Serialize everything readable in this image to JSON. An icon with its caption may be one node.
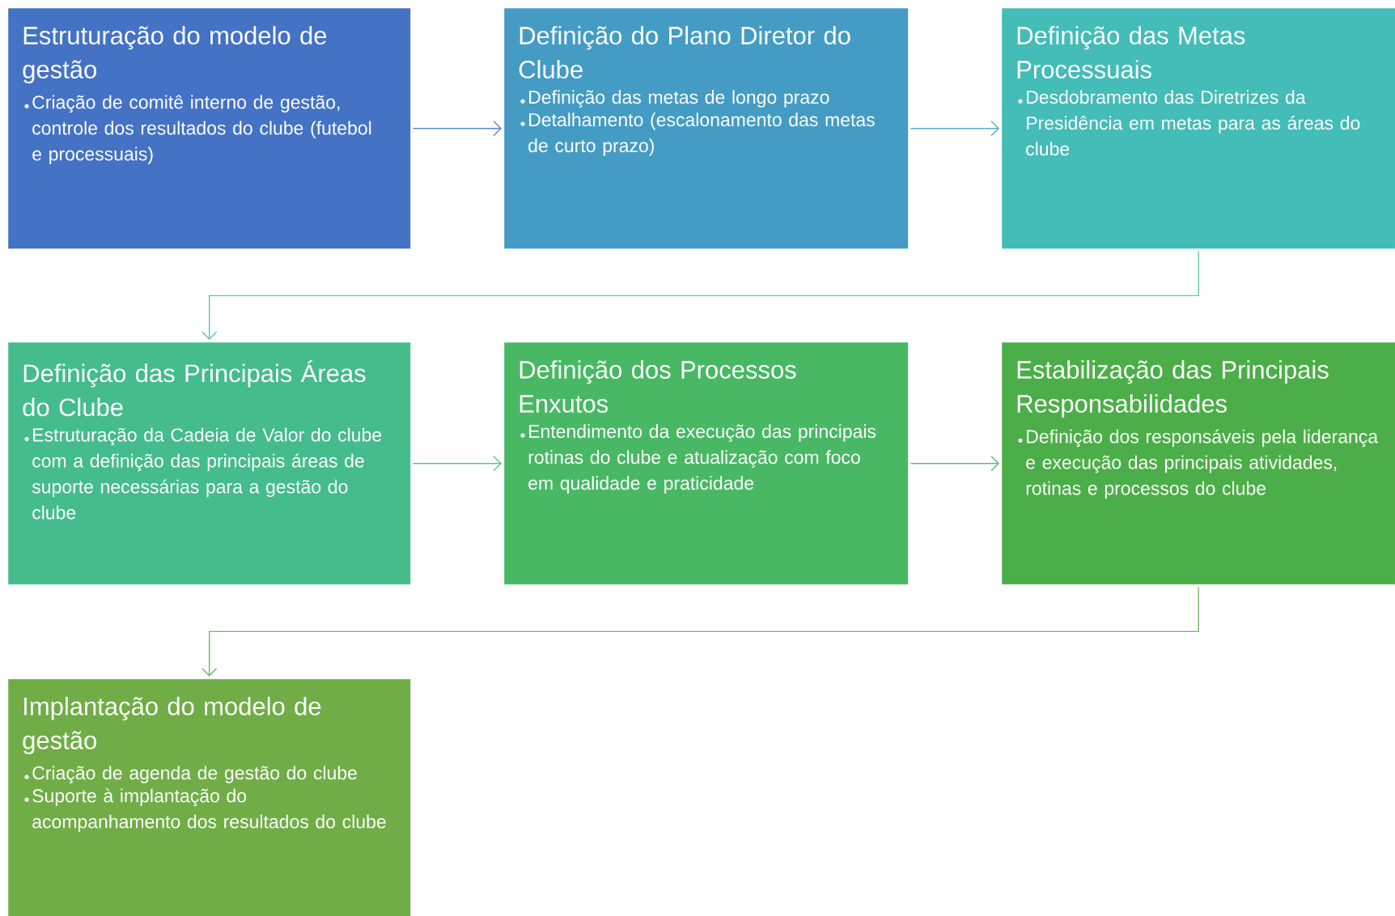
{
  "diagram": {
    "nodes": [
      {
        "text": [
          "Estruturação do modelo de gestão",
          "Criação de comitê interno de gestão, controle dos resultados do clube (futebol e processuais)"
        ]
      },
      {
        "text": [
          "Definição do Plano Diretor do Clube",
          "Definição das metas de longo prazo",
          "Detalhamento (escalonamento das metas de curto prazo)"
        ]
      },
      {
        "text": [
          "Definição das Metas Processuais",
          "Desdobramento das Diretrizes da Presidência em metas para as áreas do clube"
        ]
      },
      {
        "text": [
          "Definição das Principais Áreas do Clube",
          "Estruturação da Cadeia de Valor do clube com a definição das principais áreas de suporte necessárias para a gestão do clube"
        ]
      },
      {
        "text": [
          "Definição dos Processos Enxutos",
          "Entendimento da execução das principais rotinas do clube e atualização com foco em qualidade e praticidade"
        ]
      },
      {
        "text": [
          "Estabilização das Principais Responsabilidades",
          "Definição dos responsáveis pela liderança e execução das principais atividades, rotinas e processos do clube"
        ]
      },
      {
        "text": [
          "Implantação do modelo de gestão",
          "Criação de agenda de gestão do clube",
          "Suporte à implantação do acompanhamento dos resultados do clube"
        ]
      }
    ],
    "edges": [
      {
        "from": 0,
        "to": 1,
        "arrow": "to",
        "color": "#5a8ad0"
      },
      {
        "from": 1,
        "to": 2,
        "arrow": "to",
        "color": "#5aaad0"
      },
      {
        "from": 2,
        "to": 3,
        "arrow": "to",
        "color": "#5cc4b4"
      },
      {
        "from": 3,
        "to": 4,
        "arrow": "to",
        "color": "#5cc48c"
      },
      {
        "from": 4,
        "to": 5,
        "arrow": "to",
        "color": "#5cc070"
      },
      {
        "from": 5,
        "to": 6,
        "arrow": "to",
        "color": "#74b85c"
      }
    ]
  }
}
